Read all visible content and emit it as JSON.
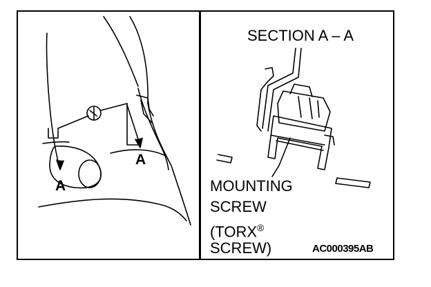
{
  "left_panel": {
    "label_a_left": "A",
    "label_a_right": "A"
  },
  "right_panel": {
    "section_title": "SECTION A – A",
    "callout_line1": "MOUNTING",
    "callout_line2": "SCREW",
    "callout_line3_prefix": "(TORX",
    "callout_line3_sup": "®",
    "callout_line4": "SCREW)",
    "figure_code": "AC000395AB"
  }
}
